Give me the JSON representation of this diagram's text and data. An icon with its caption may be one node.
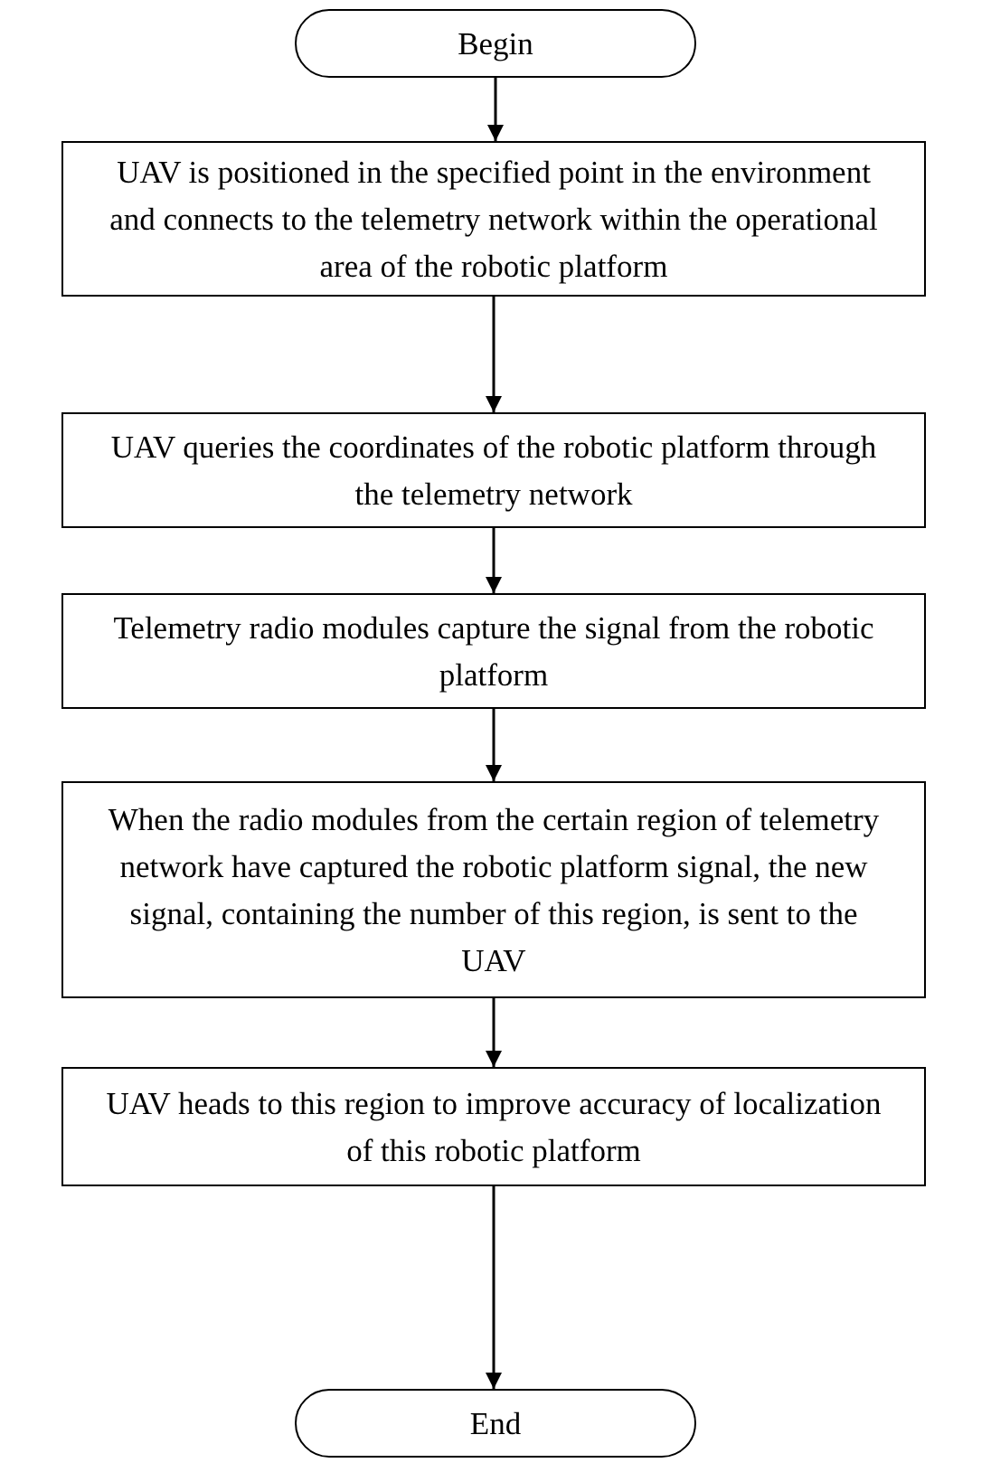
{
  "diagram": {
    "nodes": [
      {
        "text": [
          "Begin"
        ]
      },
      {
        "text": [
          "UAV is positioned in the specified point in the environment and connects to the telemetry network within the operational area of the robotic platform"
        ]
      },
      {
        "text": [
          "UAV queries the coordinates of the robotic platform through the telemetry network"
        ]
      },
      {
        "text": [
          "Telemetry radio modules capture the signal from the robotic platform"
        ]
      },
      {
        "text": [
          "When the radio modules from the certain region of telemetry network have captured the robotic platform signal, the new signal, containing the number of this region, is sent to the UAV"
        ]
      },
      {
        "text": [
          "UAV heads to this region to improve accuracy of localization of this robotic platform"
        ]
      },
      {
        "text": [
          "End"
        ]
      }
    ],
    "edges": [
      {
        "from": 0,
        "to": 1,
        "arrow": "to"
      },
      {
        "from": 1,
        "to": 2,
        "arrow": "to"
      },
      {
        "from": 2,
        "to": 3,
        "arrow": "to"
      },
      {
        "from": 3,
        "to": 4,
        "arrow": "to"
      },
      {
        "from": 4,
        "to": 5,
        "arrow": "to"
      },
      {
        "from": 5,
        "to": 6,
        "arrow": "to"
      }
    ]
  }
}
